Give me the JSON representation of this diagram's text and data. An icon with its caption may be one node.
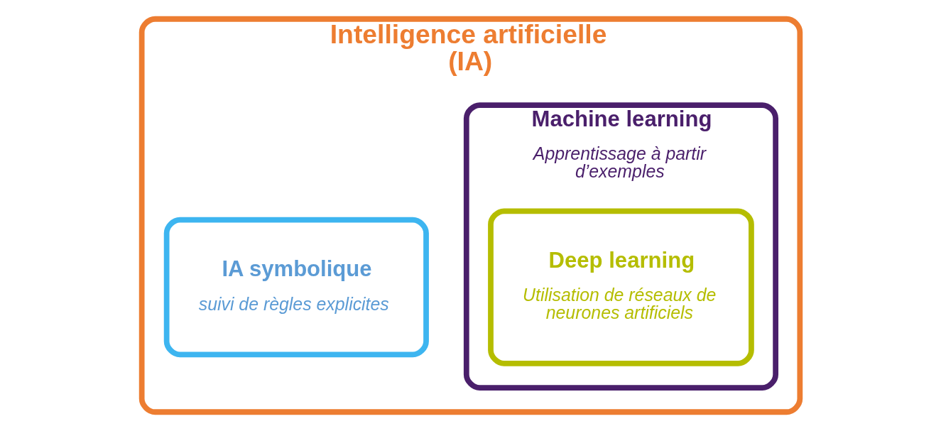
{
  "diagram": {
    "nodes": [
      {
        "text": [
          "Intelligence artificielle (IA)"
        ]
      },
      {
        "text": [
          "IA symbolique",
          "suivi de règles explicites"
        ],
        "in": 0
      },
      {
        "text": [
          "Machine learning",
          "Apprentissage à partir d’exemples"
        ],
        "in": 0
      },
      {
        "text": [
          "Deep learning",
          "Utilisation de réseaux de neurones artificiels"
        ],
        "in": 2
      }
    ]
  }
}
